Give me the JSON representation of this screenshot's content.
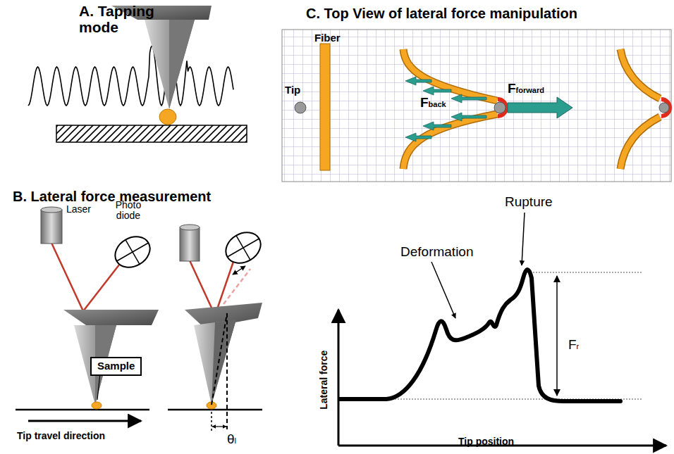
{
  "diagram": {
    "nodes": [
      {
        "text": [
          "Sample"
        ]
      }
    ],
    "labels": [
      "A. Tapping mode",
      "C. Top View of lateral force manipulation",
      "B. Lateral force measurement",
      "Laser",
      "Photo diode",
      "Tip travel direction",
      "θl",
      "Tip",
      "Fiber",
      "Fback",
      "Fforward",
      "Rupture",
      "Deformation",
      "Fr",
      "Lateral force",
      "Tip position"
    ]
  }
}
